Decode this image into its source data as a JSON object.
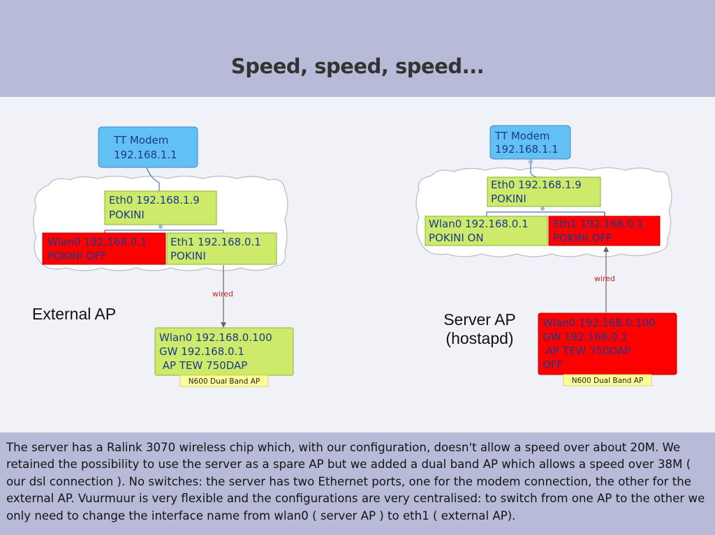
{
  "slide": {
    "title": "Speed, speed, speed...",
    "description": "The server has a Ralink 3070 wireless chip which, with our configuration, doesn't allow a speed over about 20M. We retained the possibility to use the server as a spare AP but we added a dual band AP which allows a speed over 38M  ( our dsl connection ). No switches: the server has two Ethernet ports, one for the modem connection, the other for the external AP. Vuurmuur is very flexible and the configurations are very centralised: to switch from one AP to the other we only need to change the interface name from wlan0 ( server AP ) to eth1 ( external AP)."
  },
  "colors": {
    "modem": "#62c0f5",
    "active": "#cdea6a",
    "disabled": "#ff0000",
    "text_blue": "#1a3a8a",
    "tag_bg": "#ffff99",
    "cloud_border": "#bdbdcc"
  },
  "left": {
    "caption": "External AP",
    "modem": [
      "TT Modem",
      "192.168.1.1"
    ],
    "eth0": [
      "Eth0 192.168.1.9",
      "POKINI"
    ],
    "wlan0": [
      "Wlan0 192.168.0.1",
      "POKINI OFF"
    ],
    "eth1": [
      "Eth1  192.168.0.1",
      "POKINI"
    ],
    "link_label": "wired",
    "ap": [
      "Wlan0 192.168.0.100",
      "GW 192.168.0.1",
      " AP TEW 750DAP"
    ],
    "ap_tag": "N600 Dual Band AP"
  },
  "right": {
    "caption": [
      "Server AP",
      "(hostapd)"
    ],
    "modem": [
      "TT Modem",
      "192.168.1.1"
    ],
    "eth0": [
      "Eth0 192.168.1.9",
      "POKINI"
    ],
    "wlan0": [
      "Wlan0 192.168.0.1",
      "POKINI ON"
    ],
    "eth1": [
      "Eth1  192.168.0.1",
      "POKINI OFF"
    ],
    "link_label": "wired",
    "ap": [
      "Wlan0 192.168.0.100",
      "GW 192.168.0.1",
      " AP TEW 750DAP",
      "OFF"
    ],
    "ap_tag": "N600 Dual Band AP"
  }
}
